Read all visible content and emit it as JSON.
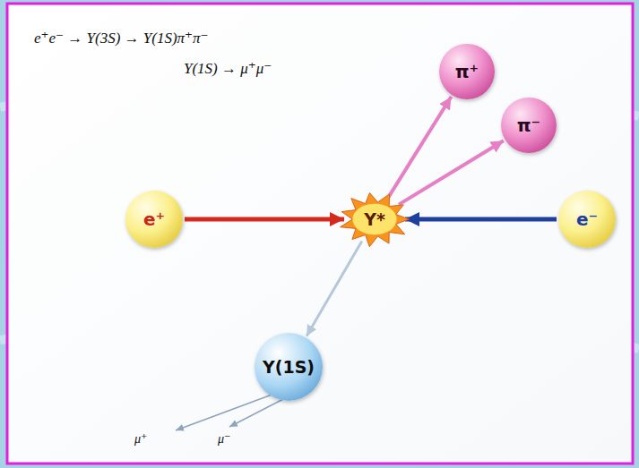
{
  "diagram": {
    "nodes": [
      {
        "text": [
          "π⁺"
        ]
      },
      {
        "text": [
          "π⁻"
        ]
      },
      {
        "text": [
          "e⁺"
        ]
      },
      {
        "text": [
          "Υ*"
        ]
      },
      {
        "text": [
          "e⁻"
        ]
      },
      {
        "text": [
          "Υ(1S)"
        ]
      }
    ],
    "edges": [
      {
        "from": 2,
        "to": 3,
        "arrow": "to"
      },
      {
        "from": 4,
        "to": 3,
        "arrow": "to"
      },
      {
        "from": 3,
        "to": 0,
        "arrow": "to"
      },
      {
        "from": 3,
        "to": 1,
        "arrow": "to"
      },
      {
        "from": 3,
        "to": 5,
        "arrow": "to"
      }
    ],
    "labels": [
      "e⁺e⁻ → Υ(3S) → Υ(1S)π⁺π⁻",
      "Υ(1S) → μ⁺μ⁻",
      "μ⁺",
      "μ⁻"
    ]
  }
}
